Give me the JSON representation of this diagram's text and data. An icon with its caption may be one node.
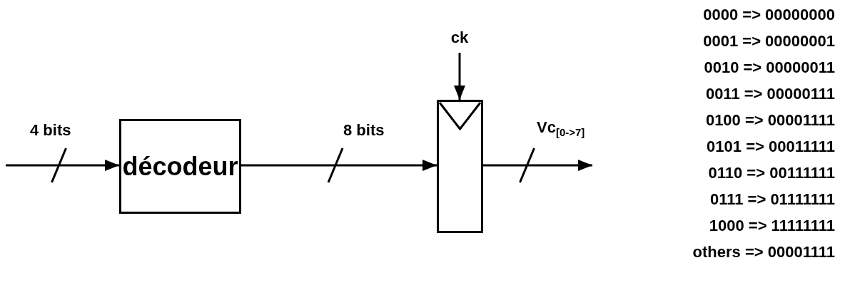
{
  "diagram": {
    "nodes": [
      {
        "text": [
          "décodeur"
        ]
      },
      {
        "text": [],
        "shape": "box"
      },
      {
        "text": [
          "ck"
        ]
      }
    ],
    "edges": [
      {
        "from": null,
        "to": 0,
        "arrow": "to",
        "label": "4 bits"
      },
      {
        "from": 0,
        "to": 1,
        "arrow": "to",
        "label": "8 bits"
      },
      {
        "from": 2,
        "to": 1,
        "arrow": "to"
      },
      {
        "from": 1,
        "to": null,
        "arrow": "to",
        "label": "Vc$_{[0->7]}$"
      }
    ],
    "labels": [
      "0000 => 00000000",
      "0001 => 00000001",
      "0010 => 00000011",
      "0011 => 00000111",
      "0100 => 00001111",
      "0101 => 00011111",
      "0110 => 00111111",
      "0111 => 01111111",
      "1000 => 11111111",
      "others => 00001111"
    ]
  }
}
